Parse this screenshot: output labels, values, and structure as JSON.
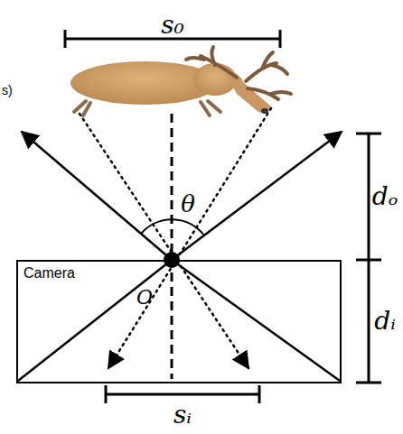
{
  "diagram": {
    "nodes": [
      {
        "text": [
          "Camera"
        ]
      }
    ],
    "labels": [
      "s₀",
      "θ",
      "dₒ",
      "dᵢ",
      "O",
      "sᵢ",
      "s)"
    ]
  }
}
